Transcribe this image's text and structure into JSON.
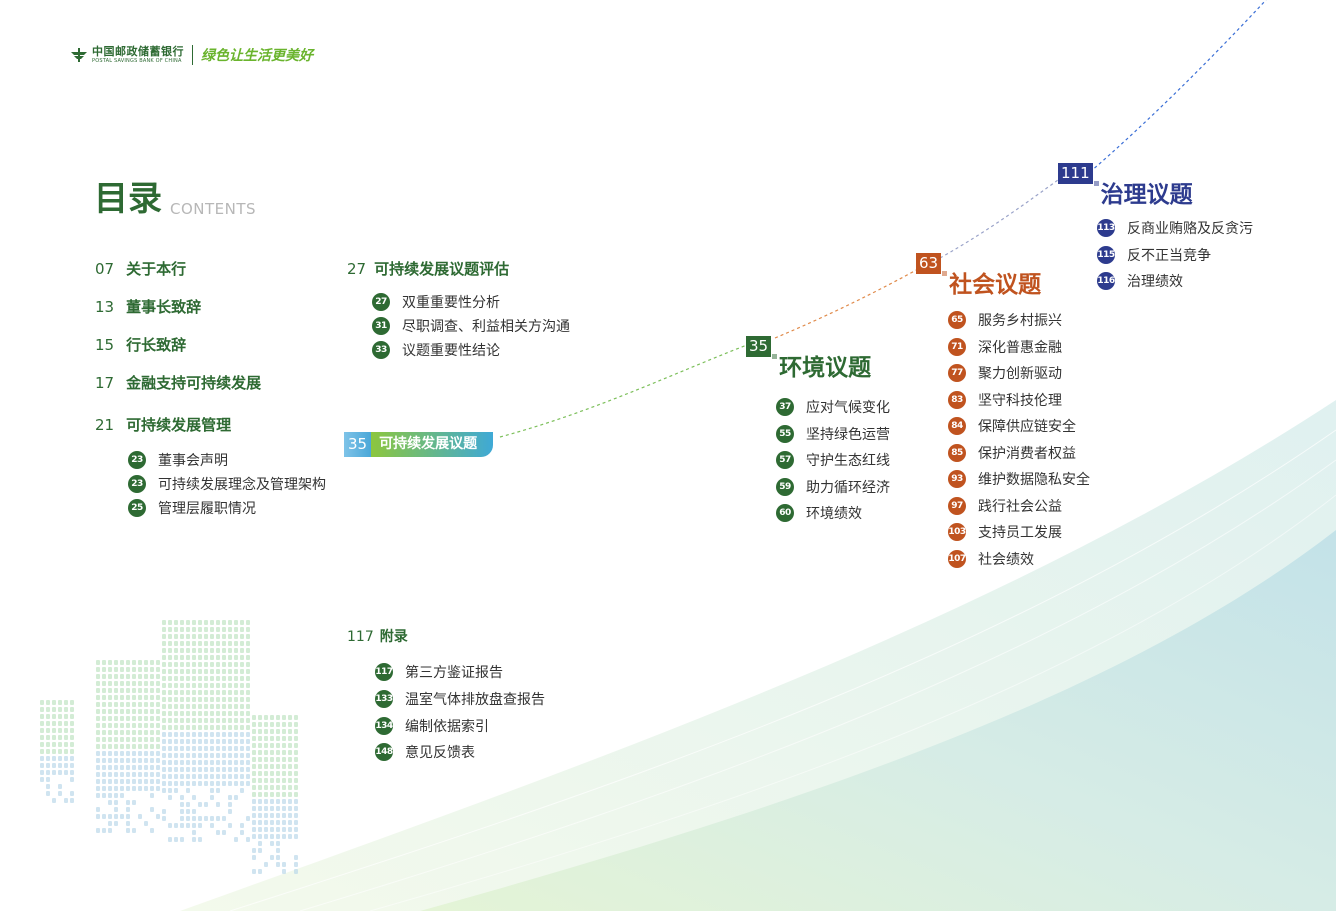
{
  "header": {
    "bank_name_cn": "中国邮政储蓄银行",
    "bank_name_en": "POSTAL SAVINGS BANK OF CHINA",
    "slogan": "绿色让生活更美好"
  },
  "title": {
    "cn": "目录",
    "en": "CONTENTS"
  },
  "sections": [
    {
      "num": "07",
      "label": "关于本行"
    },
    {
      "num": "13",
      "label": "董事长致辞"
    },
    {
      "num": "15",
      "label": "行长致辞"
    },
    {
      "num": "17",
      "label": "金融支持可持续发展"
    },
    {
      "num": "21",
      "label": "可持续发展管理"
    }
  ],
  "management_items": [
    {
      "num": "23",
      "label": "董事会声明"
    },
    {
      "num": "23",
      "label": "可持续发展理念及管理架构"
    },
    {
      "num": "25",
      "label": "管理层履职情况"
    }
  ],
  "assessment": {
    "num": "27",
    "label": "可持续发展议题评估",
    "items": [
      {
        "num": "27",
        "label": "双重重要性分析"
      },
      {
        "num": "31",
        "label": "尽职调查、利益相关方沟通"
      },
      {
        "num": "33",
        "label": "议题重要性结论"
      }
    ]
  },
  "highlight": {
    "num": "35",
    "label": "可持续发展议题"
  },
  "environment": {
    "num": "35",
    "label": "环境议题",
    "color": "#2e6a33",
    "items": [
      {
        "num": "37",
        "label": "应对气候变化"
      },
      {
        "num": "55",
        "label": "坚持绿色运营"
      },
      {
        "num": "57",
        "label": "守护生态红线"
      },
      {
        "num": "59",
        "label": "助力循环经济"
      },
      {
        "num": "60",
        "label": "环境绩效"
      }
    ]
  },
  "social": {
    "num": "63",
    "label": "社会议题",
    "color": "#c0531f",
    "items": [
      {
        "num": "65",
        "label": "服务乡村振兴"
      },
      {
        "num": "71",
        "label": "深化普惠金融"
      },
      {
        "num": "77",
        "label": "聚力创新驱动"
      },
      {
        "num": "83",
        "label": "坚守科技伦理"
      },
      {
        "num": "84",
        "label": "保障供应链安全"
      },
      {
        "num": "85",
        "label": "保护消费者权益"
      },
      {
        "num": "93",
        "label": "维护数据隐私安全"
      },
      {
        "num": "97",
        "label": "践行社会公益"
      },
      {
        "num": "103",
        "label": "支持员工发展"
      },
      {
        "num": "107",
        "label": "社会绩效"
      }
    ]
  },
  "governance": {
    "num": "111",
    "label": "治理议题",
    "color": "#2d3b8e",
    "items": [
      {
        "num": "113",
        "label": "反商业贿赂及反贪污"
      },
      {
        "num": "115",
        "label": "反不正当竞争"
      },
      {
        "num": "116",
        "label": "治理绩效"
      }
    ]
  },
  "appendix": {
    "num": "117",
    "label": "附录",
    "items": [
      {
        "num": "117",
        "label": "第三方鉴证报告"
      },
      {
        "num": "133",
        "label": "温室气体排放盘查报告"
      },
      {
        "num": "134",
        "label": "编制依据索引"
      },
      {
        "num": "148",
        "label": "意见反馈表"
      }
    ]
  }
}
